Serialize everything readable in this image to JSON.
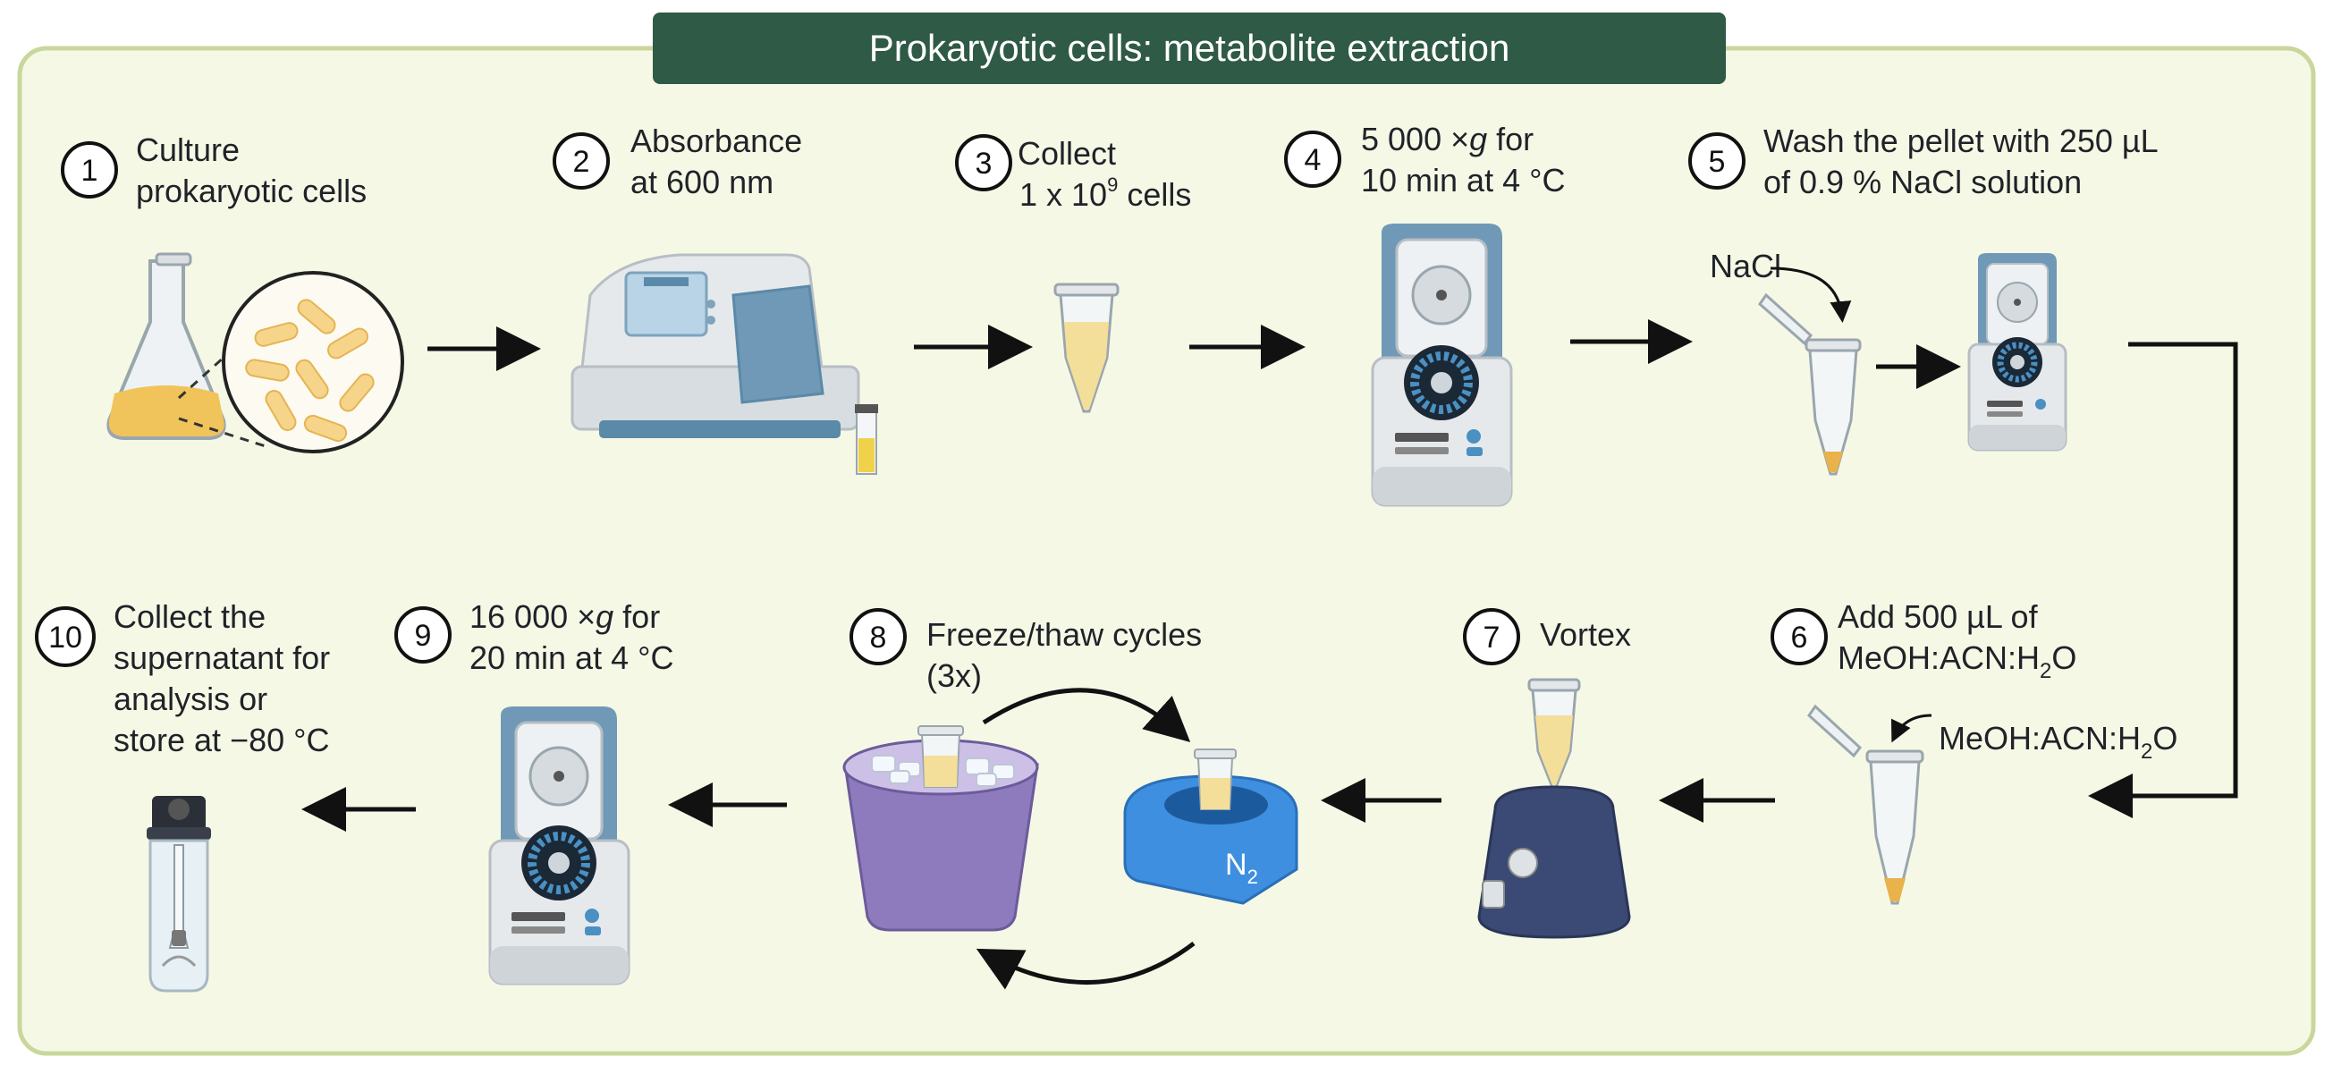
{
  "title": "Prokaryotic cells: metabolite extraction",
  "colors": {
    "panel_bg": "#f6f8e6",
    "panel_border": "#c9d79c",
    "title_bg": "#2f5a46",
    "arrow": "#111111",
    "culture": "#f0c45a",
    "instrument_accent": "#5a8aa8",
    "ice_bucket": "#8e7bbd",
    "nitrogen_block": "#3e8fe0"
  },
  "steps": [
    {
      "number": "1",
      "lines": [
        "Culture",
        "prokaryotic cells"
      ],
      "icon": "flask-with-bacteria-icon"
    },
    {
      "number": "2",
      "lines": [
        "Absorbance",
        "at 600 nm"
      ],
      "icon": "spectrophotometer-icon"
    },
    {
      "number": "3",
      "lines": [
        "Collect",
        "1 x 10",
        "9",
        " cells"
      ],
      "icon": "microtube-icon"
    },
    {
      "number": "4",
      "lines": [
        "5 000 ×",
        "g",
        " for",
        "10 min at 4 °C"
      ],
      "icon": "centrifuge-icon"
    },
    {
      "number": "5",
      "lines": [
        "Wash the pellet with 250 µL",
        "of 0.9 % NaCl solution"
      ],
      "icon": "tube-and-centrifuge-icon"
    },
    {
      "number": "6",
      "lines": [
        "Add 500 µL of",
        "MeOH:ACN:H",
        "2",
        "O"
      ],
      "icon": "open-tube-icon"
    },
    {
      "number": "7",
      "lines": [
        "Vortex"
      ],
      "icon": "vortex-mixer-icon"
    },
    {
      "number": "8",
      "lines": [
        "Freeze/thaw cycles",
        "(3x)"
      ],
      "icon": "freeze-thaw-icon"
    },
    {
      "number": "9",
      "lines": [
        "16 000 ×",
        "g",
        " for",
        "20 min at 4 °C"
      ],
      "icon": "centrifuge-icon"
    },
    {
      "number": "10",
      "lines": [
        "Collect the",
        "supernatant for",
        "analysis or",
        "store at −80 °C"
      ],
      "icon": "vial-icon"
    }
  ],
  "labels": {
    "nacl": "NaCl",
    "solvent": [
      "MeOH:ACN:H",
      "2",
      "O"
    ],
    "nitrogen": [
      "N",
      "2"
    ]
  }
}
